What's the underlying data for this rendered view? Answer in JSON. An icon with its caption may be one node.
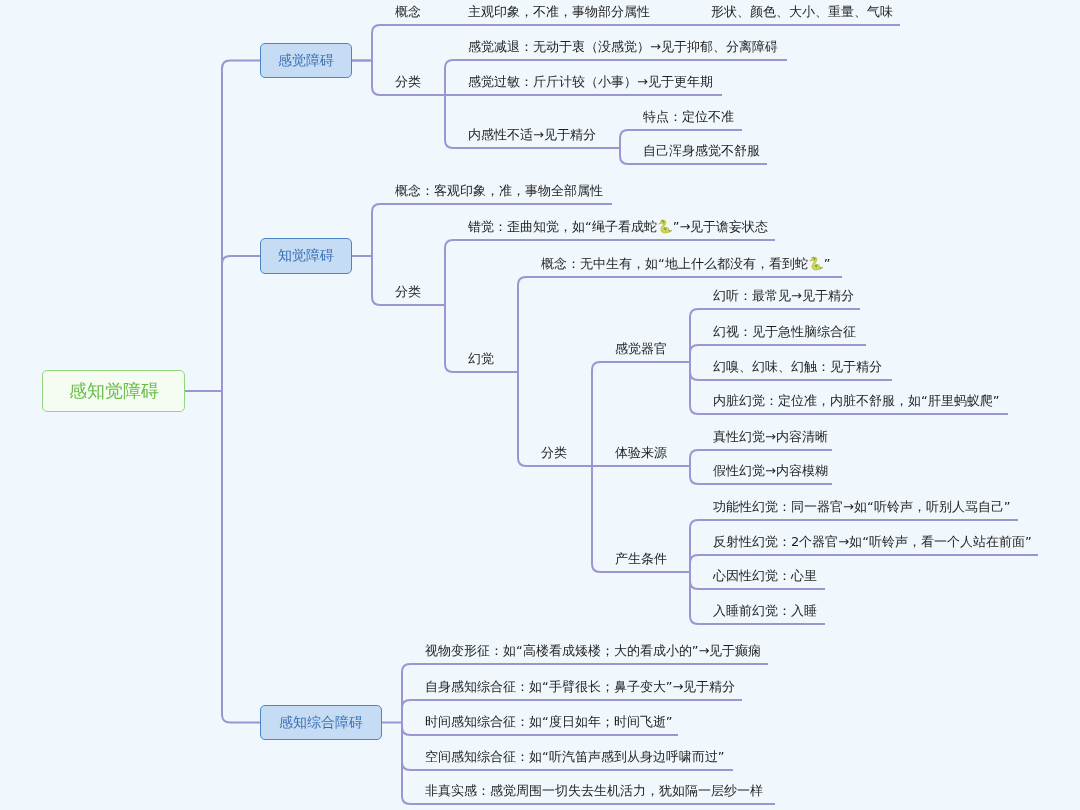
{
  "diagram": {
    "nodes": [
      {
        "text": [
          "感知觉障碍"
        ]
      },
      {
        "text": [
          "感觉障碍"
        ]
      },
      {
        "text": [
          "概念"
        ]
      },
      {
        "text": [
          "主观印象，不准，事物部分属性"
        ]
      },
      {
        "text": [
          "形状、颜色、大小、重量、气味"
        ]
      },
      {
        "text": [
          "分类"
        ]
      },
      {
        "text": [
          "感觉减退：无动于衷（没感觉）→见于抑郁、分离障碍"
        ]
      },
      {
        "text": [
          "感觉过敏：斤斤计较（小事）→见于更年期"
        ]
      },
      {
        "text": [
          "内感性不适→见于精分"
        ]
      },
      {
        "text": [
          "特点：定位不准"
        ]
      },
      {
        "text": [
          "自己浑身感觉不舒服"
        ]
      },
      {
        "text": [
          "知觉障碍"
        ]
      },
      {
        "text": [
          "概念：客观印象，准，事物全部属性"
        ]
      },
      {
        "text": [
          "分类"
        ]
      },
      {
        "text": [
          "错觉：歪曲知觉，如“绳子看成蛇🐍”→见于谵妄状态"
        ]
      },
      {
        "text": [
          "幻觉"
        ]
      },
      {
        "text": [
          "概念：无中生有，如“地上什么都没有，看到蛇🐍”"
        ]
      },
      {
        "text": [
          "分类"
        ]
      },
      {
        "text": [
          "感觉器官"
        ]
      },
      {
        "text": [
          "幻听：最常见→见于精分"
        ]
      },
      {
        "text": [
          "幻视：见于急性脑综合征"
        ]
      },
      {
        "text": [
          "幻嗅、幻味、幻触：见于精分"
        ]
      },
      {
        "text": [
          "内脏幻觉：定位准，内脏不舒服，如“肝里蚂蚁爬”"
        ]
      },
      {
        "text": [
          "体验来源"
        ]
      },
      {
        "text": [
          "真性幻觉→内容清晰"
        ]
      },
      {
        "text": [
          "假性幻觉→内容模糊"
        ]
      },
      {
        "text": [
          "产生条件"
        ]
      },
      {
        "text": [
          "功能性幻觉：同一器官→如“听铃声，听别人骂自己”"
        ]
      },
      {
        "text": [
          "反射性幻觉：2个器官→如“听铃声，看一个人站在前面”"
        ]
      },
      {
        "text": [
          "心因性幻觉：心里"
        ]
      },
      {
        "text": [
          "入睡前幻觉：入睡"
        ]
      },
      {
        "text": [
          "感知综合障碍"
        ]
      },
      {
        "text": [
          "视物变形征：如“高楼看成矮楼；大的看成小的”→见于癫痫"
        ]
      },
      {
        "text": [
          "自身感知综合征：如“手臂很长；鼻子变大”→见于精分"
        ]
      },
      {
        "text": [
          "时间感知综合征：如“度日如年；时间飞逝”"
        ]
      },
      {
        "text": [
          "空间感知综合征：如“听汽笛声感到从身边呼啸而过”"
        ]
      },
      {
        "text": [
          "非真实感：感觉周围一切失去生机活力，犹如隔一层纱一样"
        ]
      }
    ],
    "edges": [
      {
        "from": 0,
        "to": 1,
        "arrow": "none"
      },
      {
        "from": 0,
        "to": 11,
        "arrow": "none"
      },
      {
        "from": 0,
        "to": 31,
        "arrow": "none"
      },
      {
        "from": 1,
        "to": 2,
        "arrow": "none"
      },
      {
        "from": 2,
        "to": 3,
        "arrow": "none"
      },
      {
        "from": 3,
        "to": 4,
        "arrow": "none"
      },
      {
        "from": 1,
        "to": 5,
        "arrow": "none"
      },
      {
        "from": 5,
        "to": 6,
        "arrow": "none"
      },
      {
        "from": 5,
        "to": 7,
        "arrow": "none"
      },
      {
        "from": 5,
        "to": 8,
        "arrow": "none"
      },
      {
        "from": 8,
        "to": 9,
        "arrow": "none"
      },
      {
        "from": 8,
        "to": 10,
        "arrow": "none"
      },
      {
        "from": 11,
        "to": 12,
        "arrow": "none"
      },
      {
        "from": 11,
        "to": 13,
        "arrow": "none"
      },
      {
        "from": 13,
        "to": 14,
        "arrow": "none"
      },
      {
        "from": 13,
        "to": 15,
        "arrow": "none"
      },
      {
        "from": 15,
        "to": 16,
        "arrow": "none"
      },
      {
        "from": 15,
        "to": 17,
        "arrow": "none"
      },
      {
        "from": 17,
        "to": 18,
        "arrow": "none"
      },
      {
        "from": 18,
        "to": 19,
        "arrow": "none"
      },
      {
        "from": 18,
        "to": 20,
        "arrow": "none"
      },
      {
        "from": 18,
        "to": 21,
        "arrow": "none"
      },
      {
        "from": 18,
        "to": 22,
        "arrow": "none"
      },
      {
        "from": 17,
        "to": 23,
        "arrow": "none"
      },
      {
        "from": 23,
        "to": 24,
        "arrow": "none"
      },
      {
        "from": 23,
        "to": 25,
        "arrow": "none"
      },
      {
        "from": 17,
        "to": 26,
        "arrow": "none"
      },
      {
        "from": 26,
        "to": 27,
        "arrow": "none"
      },
      {
        "from": 26,
        "to": 28,
        "arrow": "none"
      },
      {
        "from": 26,
        "to": 29,
        "arrow": "none"
      },
      {
        "from": 26,
        "to": 30,
        "arrow": "none"
      },
      {
        "from": 31,
        "to": 32,
        "arrow": "none"
      },
      {
        "from": 31,
        "to": 33,
        "arrow": "none"
      },
      {
        "from": 31,
        "to": 34,
        "arrow": "none"
      },
      {
        "from": 31,
        "to": 35,
        "arrow": "none"
      },
      {
        "from": 31,
        "to": 36,
        "arrow": "none"
      }
    ]
  }
}
